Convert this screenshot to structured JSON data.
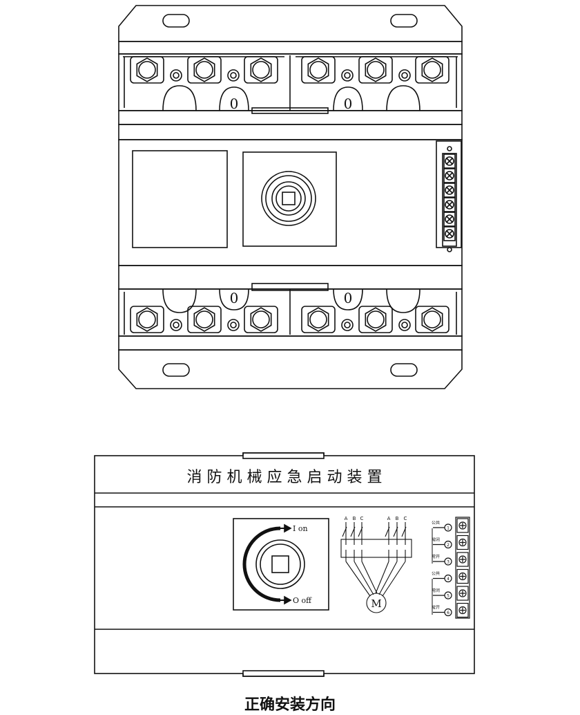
{
  "front_panel": {
    "title": "消 防 机 械 应 急 启 动 装 置",
    "switch_on_label": "I on",
    "switch_off_label": "O off",
    "phases_left": [
      "A",
      "B",
      "C"
    ],
    "phases_right": [
      "A",
      "B",
      "C"
    ],
    "motor_label": "M",
    "terminals": [
      {
        "number": "1",
        "label": "公共"
      },
      {
        "number": "2",
        "label": "常闭"
      },
      {
        "number": "3",
        "label": "常开"
      },
      {
        "number": "4",
        "label": "公共"
      },
      {
        "number": "5",
        "label": "常闭"
      },
      {
        "number": "6",
        "label": "常开"
      }
    ]
  },
  "caption": "正确安装方向"
}
